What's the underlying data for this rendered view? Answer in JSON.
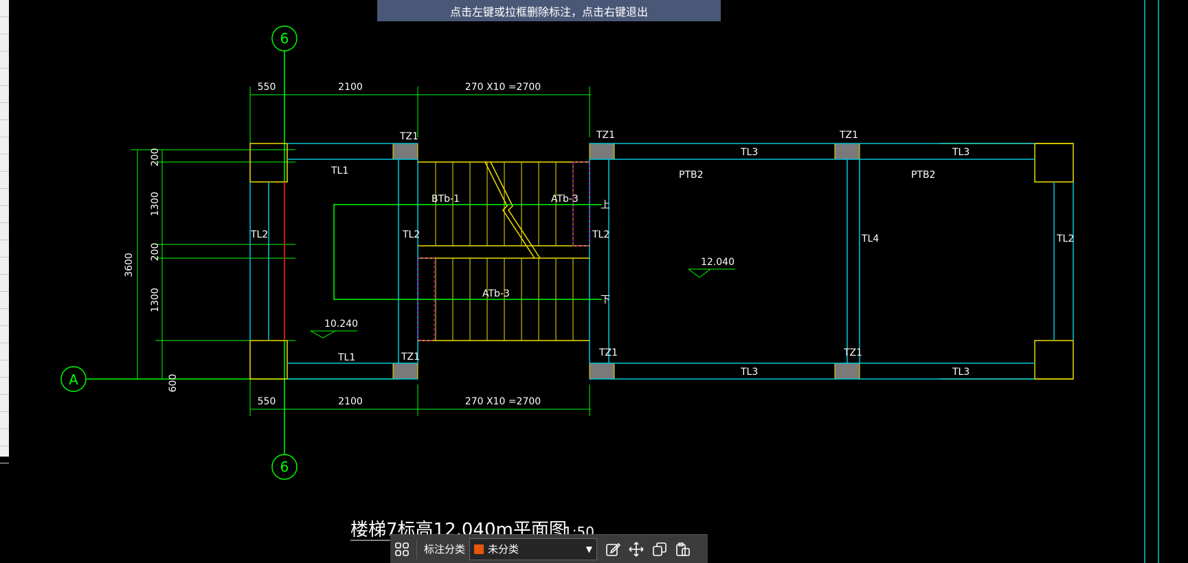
{
  "banner": {
    "message": "点击左键或拉框删除标注，点击右键退出"
  },
  "drawing": {
    "axes": {
      "vertical": "6",
      "horizontal": "A"
    },
    "dims_top": [
      "550",
      "2100",
      "270 X10 =2700"
    ],
    "dims_bottom": [
      "550",
      "2100",
      "270 X10 =2700"
    ],
    "dims_left": [
      "200",
      "1300",
      "200",
      "1300",
      "3600",
      "600"
    ],
    "columns": [
      "TZ1",
      "TZ1",
      "TZ1",
      "TZ1",
      "TZ1",
      "TZ1"
    ],
    "beams": [
      "TL1",
      "TL1",
      "TL2",
      "TL2",
      "TL2",
      "TL2",
      "TL3",
      "TL3",
      "TL3",
      "TL3",
      "TL4"
    ],
    "slabs": [
      "BTb-1",
      "ATb-3",
      "ATb-3",
      "PTB2",
      "PTB2"
    ],
    "stair_marks": {
      "up": "上",
      "down": "下"
    },
    "levels": [
      "10.240",
      "12.040"
    ],
    "title": "楼梯7标高12.040m平面图",
    "scale": "1:50"
  },
  "toolbar": {
    "category_label": "标注分类",
    "selected_category": "未分类",
    "swatch_color": "#e8560c",
    "icons": [
      "grid-icon",
      "edit-icon",
      "move-icon",
      "copy-icon",
      "paste-icon"
    ]
  },
  "colors": {
    "green": "#00ff00",
    "cyan": "#00c8d8",
    "yellow": "#f0e000",
    "magenta": "#ff00ff",
    "red": "#ff0000",
    "white": "#ffffff"
  }
}
